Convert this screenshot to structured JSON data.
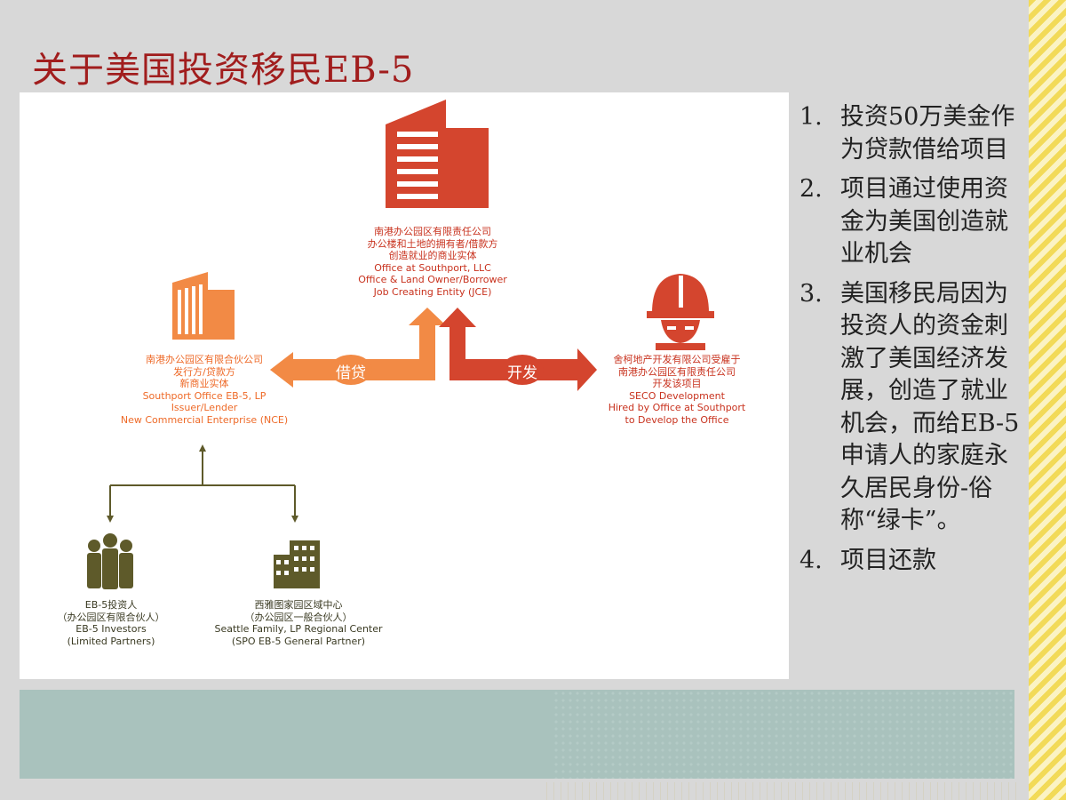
{
  "title": "关于美国投资移民EB-5",
  "colors": {
    "title": "#a11d1d",
    "red": "#d4452e",
    "orange": "#f28a45",
    "olive": "#5e5a2a",
    "band": "#a9c2bd",
    "stripe": "#f2da58"
  },
  "diagram": {
    "office_llc": {
      "icon": "office-building-icon",
      "lines": [
        "南港办公园区有限责任公司",
        "办公楼和土地的拥有者/借款方",
        "创造就业的商业实体",
        "Office at Southport, LLC",
        "Office & Land Owner/Borrower",
        "Job Creating Entity (JCE)"
      ]
    },
    "eb5_lp": {
      "icon": "building-icon",
      "lines": [
        "南港办公园区有限合伙公司",
        "发行方/贷款方",
        "新商业实体",
        "Southport Office EB-5, LP",
        "Issuer/Lender",
        "New Commercial Enterprise (NCE)"
      ]
    },
    "seco": {
      "icon": "hard-hat-worker-icon",
      "lines": [
        "舍柯地产开发有限公司受雇于",
        "南港办公园区有限责任公司",
        "开发该项目",
        "SECO Development",
        "Hired by Office at Southport",
        "to Develop the Office"
      ]
    },
    "investors": {
      "icon": "people-group-icon",
      "lines": [
        "EB-5投资人",
        "（办公园区有限合伙人）",
        "EB-5 Investors",
        "(Limited Partners)"
      ]
    },
    "regional_center": {
      "icon": "office-block-icon",
      "lines": [
        "西雅图家园区域中心",
        "（办公园区一般合伙人）",
        "Seattle Family, LP Regional Center",
        "(SPO EB-5 General Partner)"
      ]
    },
    "loan_label": "借贷",
    "develop_label": "开发"
  },
  "points": [
    {
      "num": "1.",
      "text": "投资50万美金作为贷款借给项目"
    },
    {
      "num": "2.",
      "text": "项目通过使用资金为美国创造就业机会"
    },
    {
      "num": "3.",
      "text": "美国移民局因为投资人的资金刺激了美国经济发展，创造了就业机会，而给EB-5 申请人的家庭永久居民身份-俗称“绿卡”。"
    },
    {
      "num": "4.",
      "text": "项目还款"
    }
  ]
}
